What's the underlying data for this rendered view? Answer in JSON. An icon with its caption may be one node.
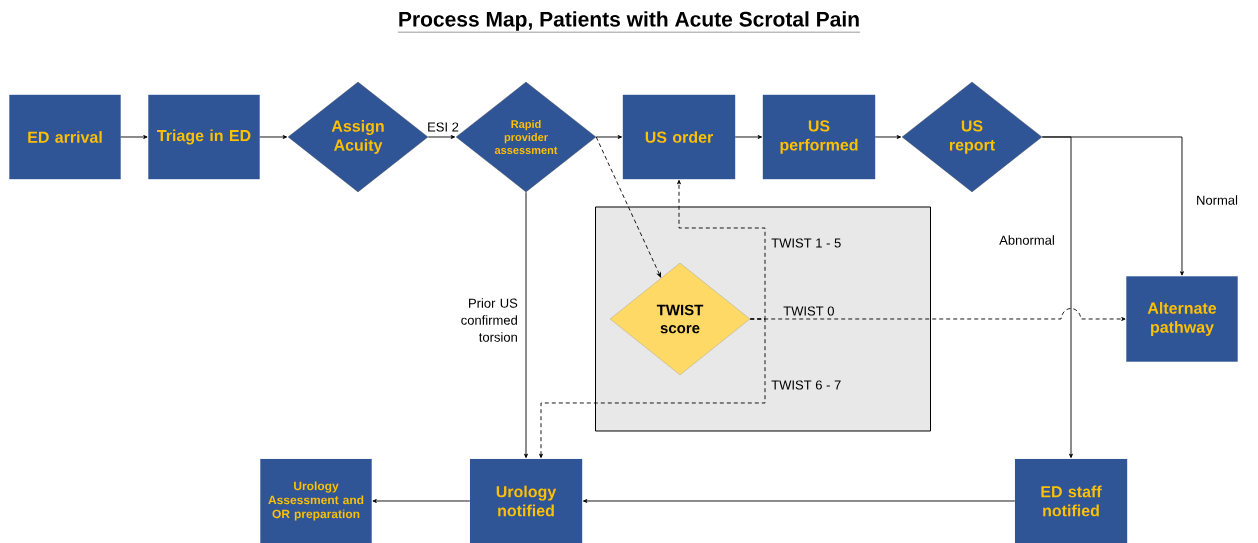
{
  "diagram": {
    "title": "Process Map, Patients with Acute Scrotal Pain",
    "nodes": [
      {
        "text": [
          "ED arrival"
        ]
      },
      {
        "text": [
          "Triage in ED"
        ]
      },
      {
        "text": [
          "Assign Acuity"
        ]
      },
      {
        "text": [
          "Rapid provider assessment"
        ]
      },
      {
        "text": [
          "US order"
        ]
      },
      {
        "text": [
          "US performed"
        ]
      },
      {
        "text": [
          "US report"
        ]
      },
      {
        "text": [],
        "shape": "box"
      },
      {
        "text": [
          "TWIST score"
        ],
        "in": 7
      },
      {
        "text": [
          "Alternate pathway"
        ]
      },
      {
        "text": [
          "Urology Assessment and OR preparation"
        ]
      },
      {
        "text": [
          "Urology notified"
        ]
      },
      {
        "text": [
          "ED staff notified"
        ]
      }
    ],
    "edges": [
      {
        "from": 0,
        "to": 1,
        "arrow": "to"
      },
      {
        "from": 1,
        "to": 2,
        "arrow": "to"
      },
      {
        "from": 2,
        "to": 3,
        "arrow": "to",
        "label": "ESI 2"
      },
      {
        "from": 3,
        "to": 4,
        "arrow": "to"
      },
      {
        "from": 4,
        "to": 5,
        "arrow": "to"
      },
      {
        "from": 5,
        "to": 6,
        "arrow": "to"
      },
      {
        "from": 6,
        "to": 9,
        "arrow": "to",
        "label": "Normal"
      },
      {
        "from": 6,
        "to": 12,
        "arrow": "to",
        "label": "Abnormal"
      },
      {
        "from": 3,
        "to": 11,
        "arrow": "to",
        "label": "Prior US confirmed torsion"
      },
      {
        "from": 3,
        "to": 8,
        "arrow": "to",
        "style": "dashed"
      },
      {
        "from": 8,
        "to": 4,
        "arrow": "to",
        "style": "dashed",
        "label": "TWIST 1 - 5"
      },
      {
        "from": 8,
        "to": 9,
        "arrow": "to",
        "style": "dashed",
        "label": "TWIST 0"
      },
      {
        "from": 8,
        "to": 11,
        "arrow": "to",
        "style": "dashed",
        "label": "TWIST 6 - 7"
      },
      {
        "from": 12,
        "to": 11,
        "arrow": "to"
      },
      {
        "from": 11,
        "to": 10,
        "arrow": "to"
      }
    ]
  }
}
